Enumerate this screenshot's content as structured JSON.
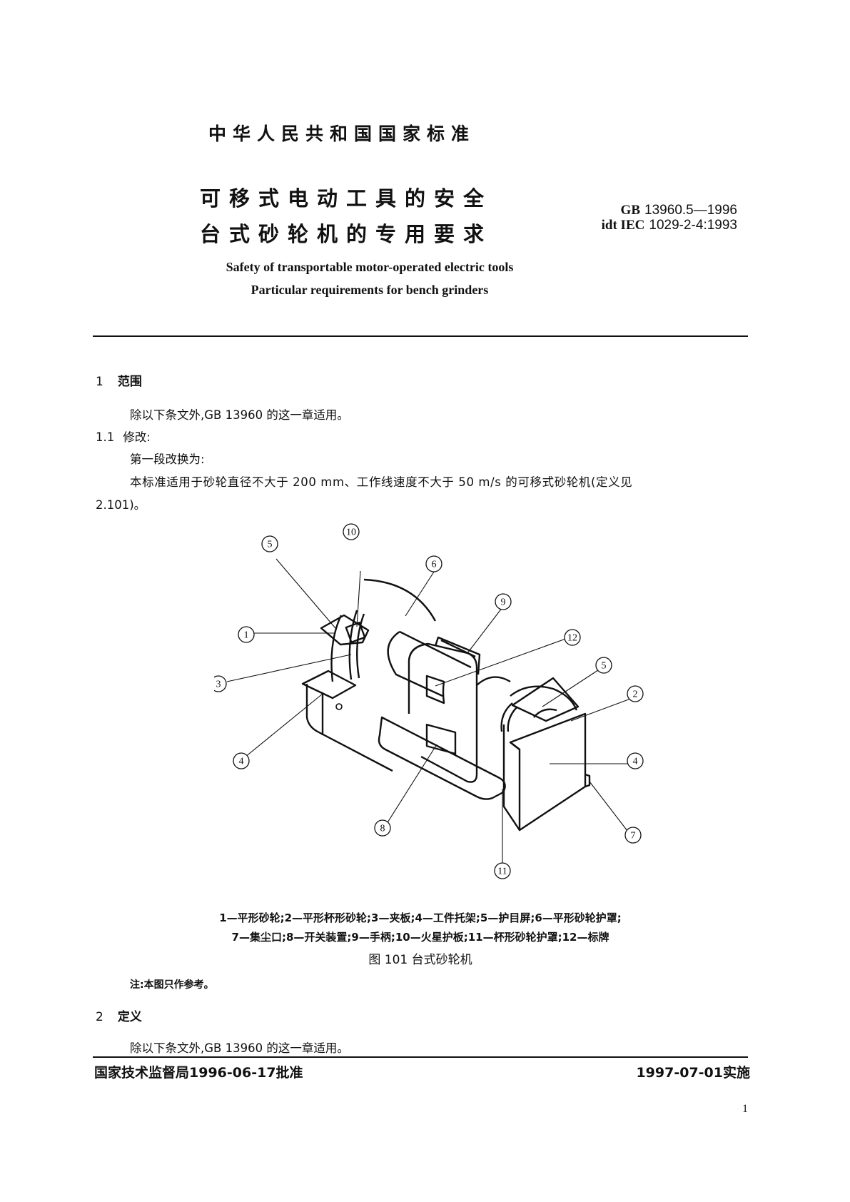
{
  "header": {
    "national_standard": "中华人民共和国国家标准",
    "title_cn_line1": "可移式电动工具的安全",
    "title_cn_line2": "台式砂轮机的专用要求",
    "std_prefix": "GB",
    "std_number": "13960.5—1996",
    "idt_prefix": "idt IEC",
    "idt_number": "1029-2-4:1993",
    "title_en_line1": "Safety of transportable motor-operated electric tools",
    "title_en_line2": "Particular requirements for bench grinders"
  },
  "sections": [
    {
      "number": "1",
      "title": "范围",
      "body": "除以下条文外,GB 13960 的这一章适用。",
      "subsections": [
        {
          "number": "1.1",
          "title": "修改:",
          "line1": "第一段改换为:",
          "line2": "本标准适用于砂轮直径不大于 200 mm、工作线速度不大于 50 m/s 的可移式砂轮机(定义见",
          "line3": "2.101)。"
        }
      ]
    },
    {
      "number": "2",
      "title": "定义",
      "body": "除以下条文外,GB 13960 的这一章适用。"
    }
  ],
  "figure": {
    "legend_line1": "1—平形砂轮;2—平形杯形砂轮;3—夹板;4—工件托架;5—护目屏;6—平形砂轮护罩;",
    "legend_line2": "7—集尘口;8—开关装置;9—手柄;10—火星护板;11—杯形砂轮护罩;12—标牌",
    "caption": "图 101   台式砂轮机",
    "note": "注:本图只作参考。",
    "callouts": [
      {
        "label": "1",
        "name": "平形砂轮"
      },
      {
        "label": "2",
        "name": "平形杯形砂轮"
      },
      {
        "label": "3",
        "name": "夹板"
      },
      {
        "label": "4",
        "name": "工件托架"
      },
      {
        "label": "5",
        "name": "护目屏"
      },
      {
        "label": "6",
        "name": "平形砂轮护罩"
      },
      {
        "label": "7",
        "name": "集尘口"
      },
      {
        "label": "8",
        "name": "开关装置"
      },
      {
        "label": "9",
        "name": "手柄"
      },
      {
        "label": "10",
        "name": "火星护板"
      },
      {
        "label": "11",
        "name": "杯形砂轮护罩"
      },
      {
        "label": "12",
        "name": "标牌"
      }
    ]
  },
  "footer": {
    "approved": "国家技术监督局1996-06-17批准",
    "effective": "1997-07-01实施",
    "page_number": "1"
  }
}
